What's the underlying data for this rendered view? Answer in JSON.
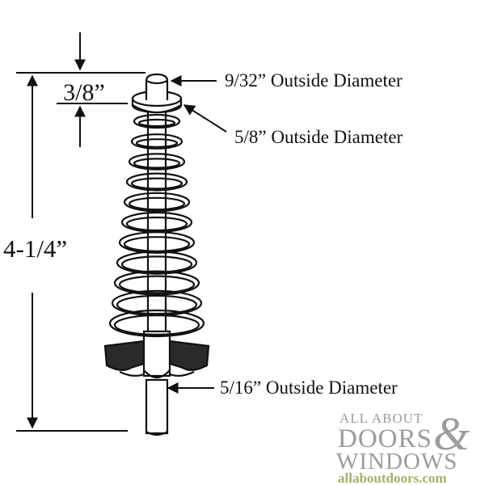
{
  "dimensions": {
    "tip_height": "3/8”",
    "overall_length": "4-1/4”"
  },
  "callouts": {
    "tip": "9/32” Outside Diameter",
    "top_spring": "5/8” Outside Diameter",
    "shaft": "5/16” Outside Diameter"
  },
  "logo": {
    "line1": "ALL ABOUT",
    "line2": "DOORS",
    "ampersand": "&",
    "line3": "WINDOWS",
    "url": "allaboutdoors.com",
    "colors": {
      "text": "#9c9c9c",
      "url": "#a8ad6a"
    }
  },
  "colors": {
    "line": "#111111",
    "background": "#ffffff"
  }
}
